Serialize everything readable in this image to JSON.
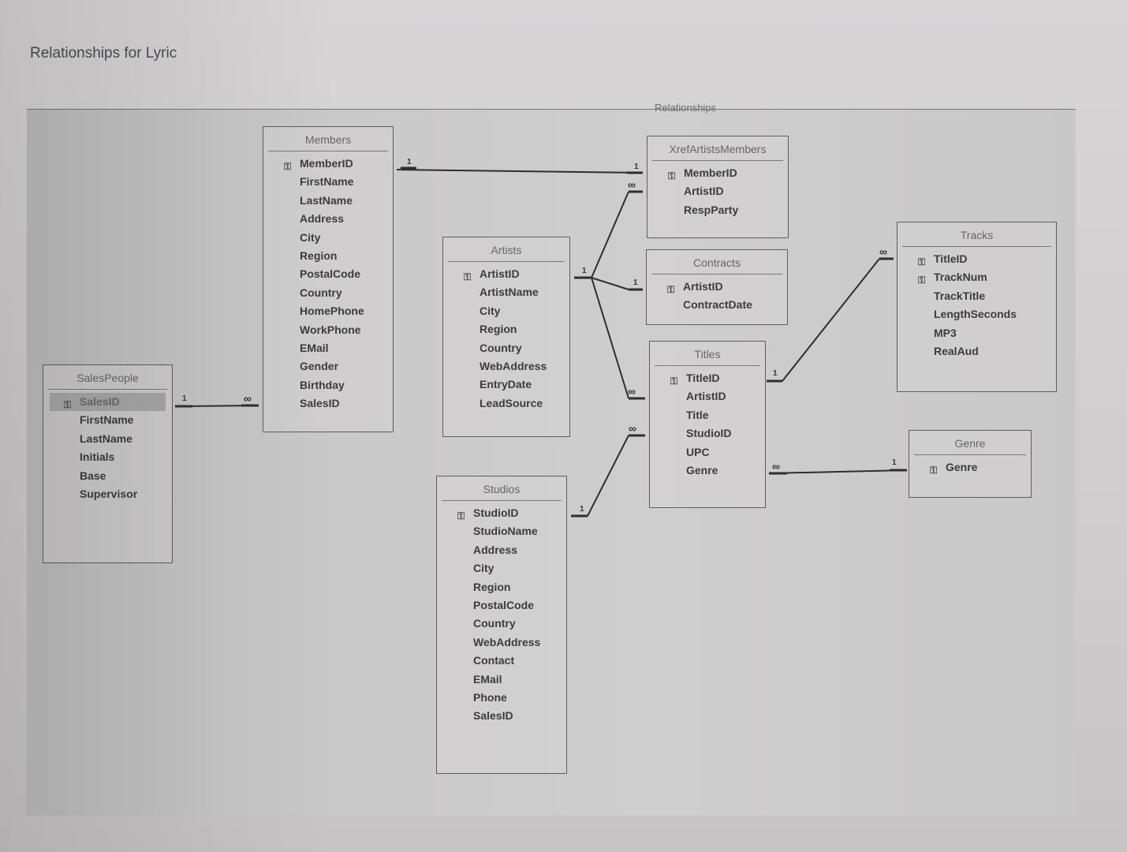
{
  "page_title": "Relationships for Lyric",
  "canvas_title": "Relationships",
  "tables": {
    "members": {
      "title": "Members",
      "fields": [
        "MemberID",
        "FirstName",
        "LastName",
        "Address",
        "City",
        "Region",
        "PostalCode",
        "Country",
        "HomePhone",
        "WorkPhone",
        "EMail",
        "Gender",
        "Birthday",
        "SalesID"
      ],
      "keys": [
        0
      ]
    },
    "xref": {
      "title": "XrefArtistsMembers",
      "fields": [
        "MemberID",
        "ArtistID",
        "RespParty"
      ],
      "keys": [
        0
      ]
    },
    "artists": {
      "title": "Artists",
      "fields": [
        "ArtistID",
        "ArtistName",
        "City",
        "Region",
        "Country",
        "WebAddress",
        "EntryDate",
        "LeadSource"
      ],
      "keys": [
        0
      ]
    },
    "contracts": {
      "title": "Contracts",
      "fields": [
        "ArtistID",
        "ContractDate"
      ],
      "keys": [
        0
      ]
    },
    "tracks": {
      "title": "Tracks",
      "fields": [
        "TitleID",
        "TrackNum",
        "TrackTitle",
        "LengthSeconds",
        "MP3",
        "RealAud"
      ],
      "keys": [
        0,
        1
      ]
    },
    "titles": {
      "title": "Titles",
      "fields": [
        "TitleID",
        "ArtistID",
        "Title",
        "StudioID",
        "UPC",
        "Genre"
      ],
      "keys": [
        0
      ]
    },
    "salespeople": {
      "title": "SalesPeople",
      "fields": [
        "SalesID",
        "FirstName",
        "LastName",
        "Initials",
        "Base",
        "Supervisor"
      ],
      "keys": [
        0
      ],
      "selected": 0
    },
    "genre": {
      "title": "Genre",
      "fields": [
        "Genre"
      ],
      "keys": [
        0
      ]
    },
    "studios": {
      "title": "Studios",
      "fields": [
        "StudioID",
        "StudioName",
        "Address",
        "City",
        "Region",
        "PostalCode",
        "Country",
        "WebAddress",
        "Contact",
        "EMail",
        "Phone",
        "SalesID"
      ],
      "keys": [
        0
      ]
    }
  },
  "relationships": [
    {
      "from": "members",
      "to": "xref",
      "from_card": "1",
      "to_card": "1"
    },
    {
      "from": "artists",
      "to": "xref",
      "from_card": "1",
      "to_card": "∞"
    },
    {
      "from": "artists",
      "to": "contracts",
      "from_card": "1",
      "to_card": "1"
    },
    {
      "from": "artists",
      "to": "titles",
      "from_card": "1",
      "to_card": "∞"
    },
    {
      "from": "salespeople",
      "to": "members",
      "from_card": "1",
      "to_card": "∞"
    },
    {
      "from": "titles",
      "to": "tracks",
      "from_card": "1",
      "to_card": "∞"
    },
    {
      "from": "studios",
      "to": "titles",
      "from_card": "1",
      "to_card": "∞"
    },
    {
      "from": "genre",
      "to": "titles",
      "from_card": "1",
      "to_card": "∞"
    }
  ],
  "key_icon": "key-icon"
}
